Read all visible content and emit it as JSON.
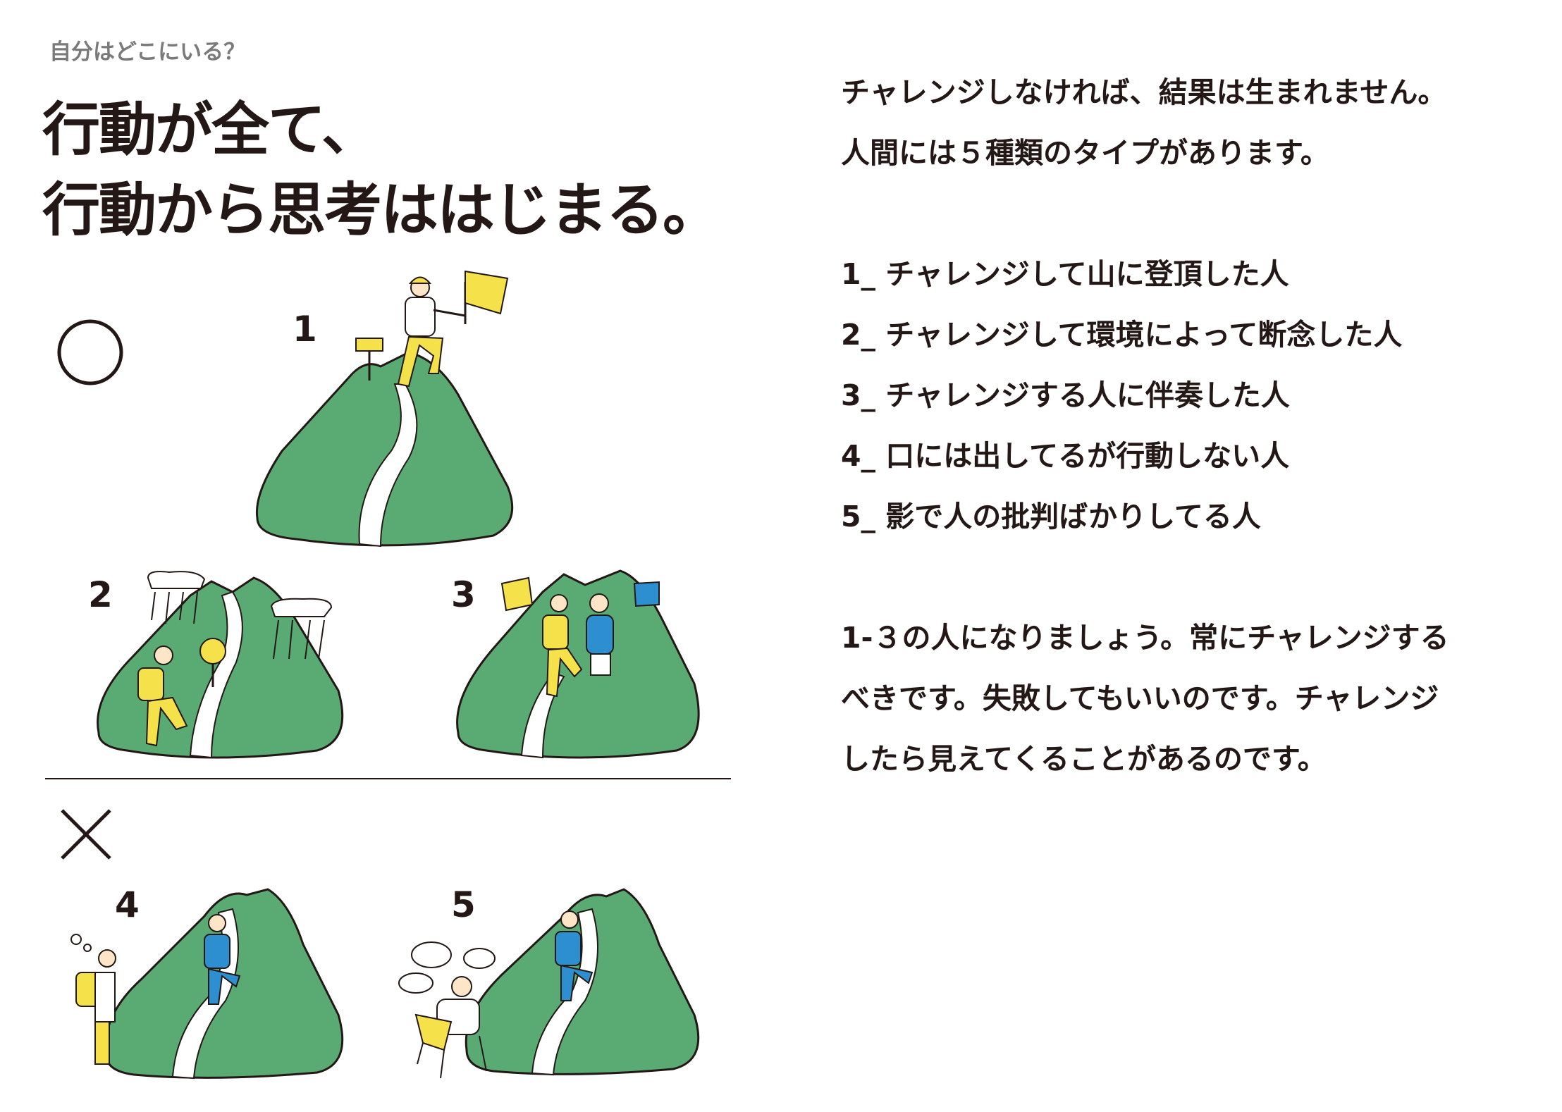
{
  "header": {
    "subtitle": "自分はどこにいる？",
    "title_line1": "行動が全て、",
    "title_line2": "行動から思考ははじまる。"
  },
  "illustration": {
    "good_symbol": "○",
    "bad_symbol": "×",
    "numbers": [
      "1",
      "2",
      "3",
      "4",
      "5"
    ],
    "colors": {
      "mountain": "#5aab73",
      "yellow": "#f5e14a",
      "blue": "#2e8fd0",
      "ink": "#231815"
    }
  },
  "text": {
    "intro": [
      "チャレンジしなければ、結果は生まれません。",
      "人間には５種類のタイプがあります。"
    ],
    "types": [
      "1_ チャレンジして山に登頂した人",
      "2_ チャレンジして環境によって断念した人",
      "3_ チャレンジする人に伴奏した人",
      "4_ 口には出してるが行動しない人",
      "5_ 影で人の批判ばかりしてる人"
    ],
    "conclusion": [
      "1-３の人になりましょう。常にチャレンジする",
      "べきです。失敗してもいいのです。チャレンジ",
      "したら見えてくることがあるのです。"
    ]
  }
}
